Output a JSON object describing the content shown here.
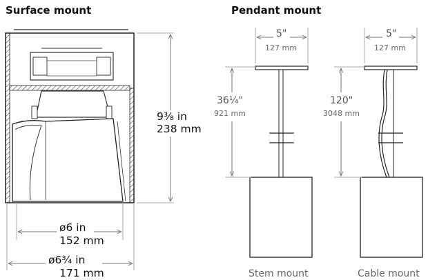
{
  "headings": {
    "surface": "Surface mount",
    "pendant": "Pendant mount"
  },
  "surface": {
    "height_in": "9³⁄₈ in",
    "height_mm": "238 mm",
    "inner_dia_in": "ø6 in",
    "inner_dia_mm": "152 mm",
    "outer_dia_in": "ø6¾ in",
    "outer_dia_mm": "171 mm"
  },
  "stem": {
    "width_in": "5\"",
    "width_mm": "127 mm",
    "drop_in": "36¼\"",
    "drop_mm": "921 mm",
    "caption": "Stem mount"
  },
  "cable": {
    "width_in": "5\"",
    "width_mm": "127 mm",
    "drop_in": "120\"",
    "drop_mm": "3048 mm",
    "caption": "Cable mount"
  }
}
